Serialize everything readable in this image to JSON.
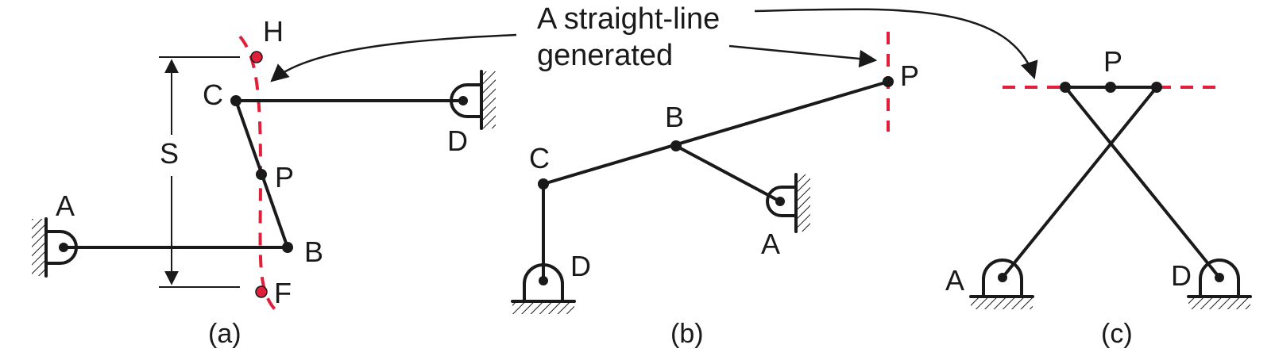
{
  "annotation": {
    "line1": "A straight-line",
    "line2": "generated"
  },
  "colors": {
    "ink": "#1a1a1a",
    "path": "#e0203a"
  },
  "panels": {
    "a": {
      "caption": "(a)",
      "points": {
        "A": "A",
        "B": "B",
        "C": "C",
        "D": "D",
        "P": "P",
        "H": "H",
        "F": "F"
      },
      "dimension": "S"
    },
    "b": {
      "caption": "(b)",
      "points": {
        "A": "A",
        "B": "B",
        "C": "C",
        "D": "D",
        "P": "P"
      }
    },
    "c": {
      "caption": "(c)",
      "points": {
        "A": "A",
        "D": "D",
        "P": "P"
      }
    }
  }
}
